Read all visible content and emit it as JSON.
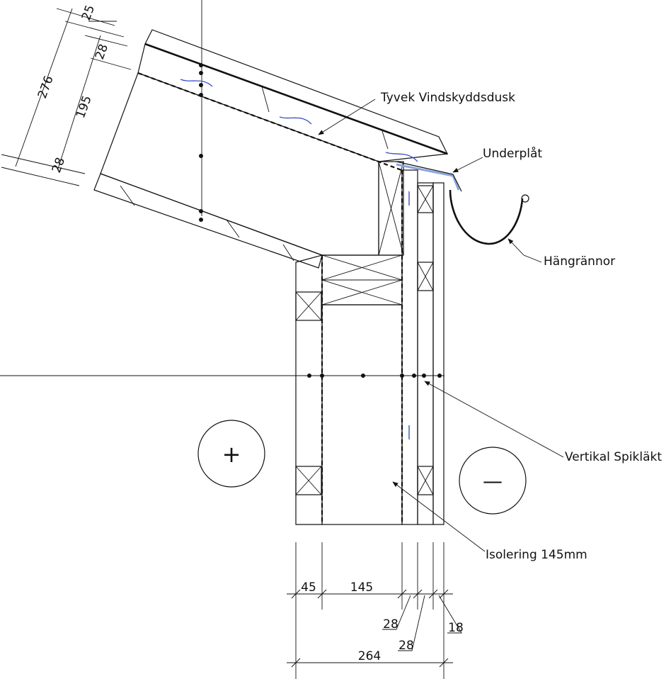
{
  "labels": {
    "tyvek": "Tyvek Vindskyddsdusk",
    "underplat": "Underplåt",
    "hangrannor": "Hängrännor",
    "spiklakt": "Vertikal Spikläkt",
    "isolering": "Isolering 145mm"
  },
  "dimensions": {
    "roof_total": "276",
    "roof_insulation": "195",
    "roof_top": "25",
    "roof_batten": "28",
    "roof_bottom": "28",
    "wall_stud": "45",
    "wall_insulation": "145",
    "wall_gap1": "28",
    "wall_gap2": "28",
    "wall_panel": "18",
    "wall_total": "264"
  },
  "symbols": {
    "inside": "+",
    "outside": "—"
  },
  "colors": {
    "line": "#111111",
    "airflow": "#3a4fc4",
    "underplat": "#8aa6e0"
  }
}
